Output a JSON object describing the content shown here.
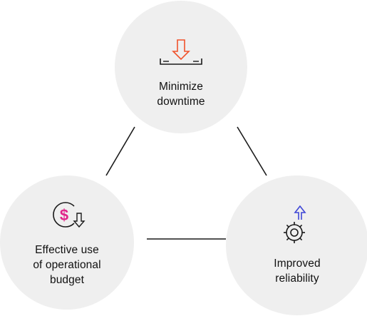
{
  "nodes": {
    "top": {
      "label": "Minimize\ndowntime",
      "icon": "download-tray-icon",
      "icon_color": "#f0522b"
    },
    "left": {
      "label": "Effective use\nof operational\nbudget",
      "icon": "dollar-circle-down-icon",
      "icon_color": "#e0248a"
    },
    "right": {
      "label": "Improved\nreliability",
      "icon": "gear-arrow-up-icon",
      "icon_color": "#3f47d6"
    }
  },
  "colors": {
    "circle_fill": "#efefef",
    "connector": "#1a1a1a",
    "text": "#111111"
  }
}
